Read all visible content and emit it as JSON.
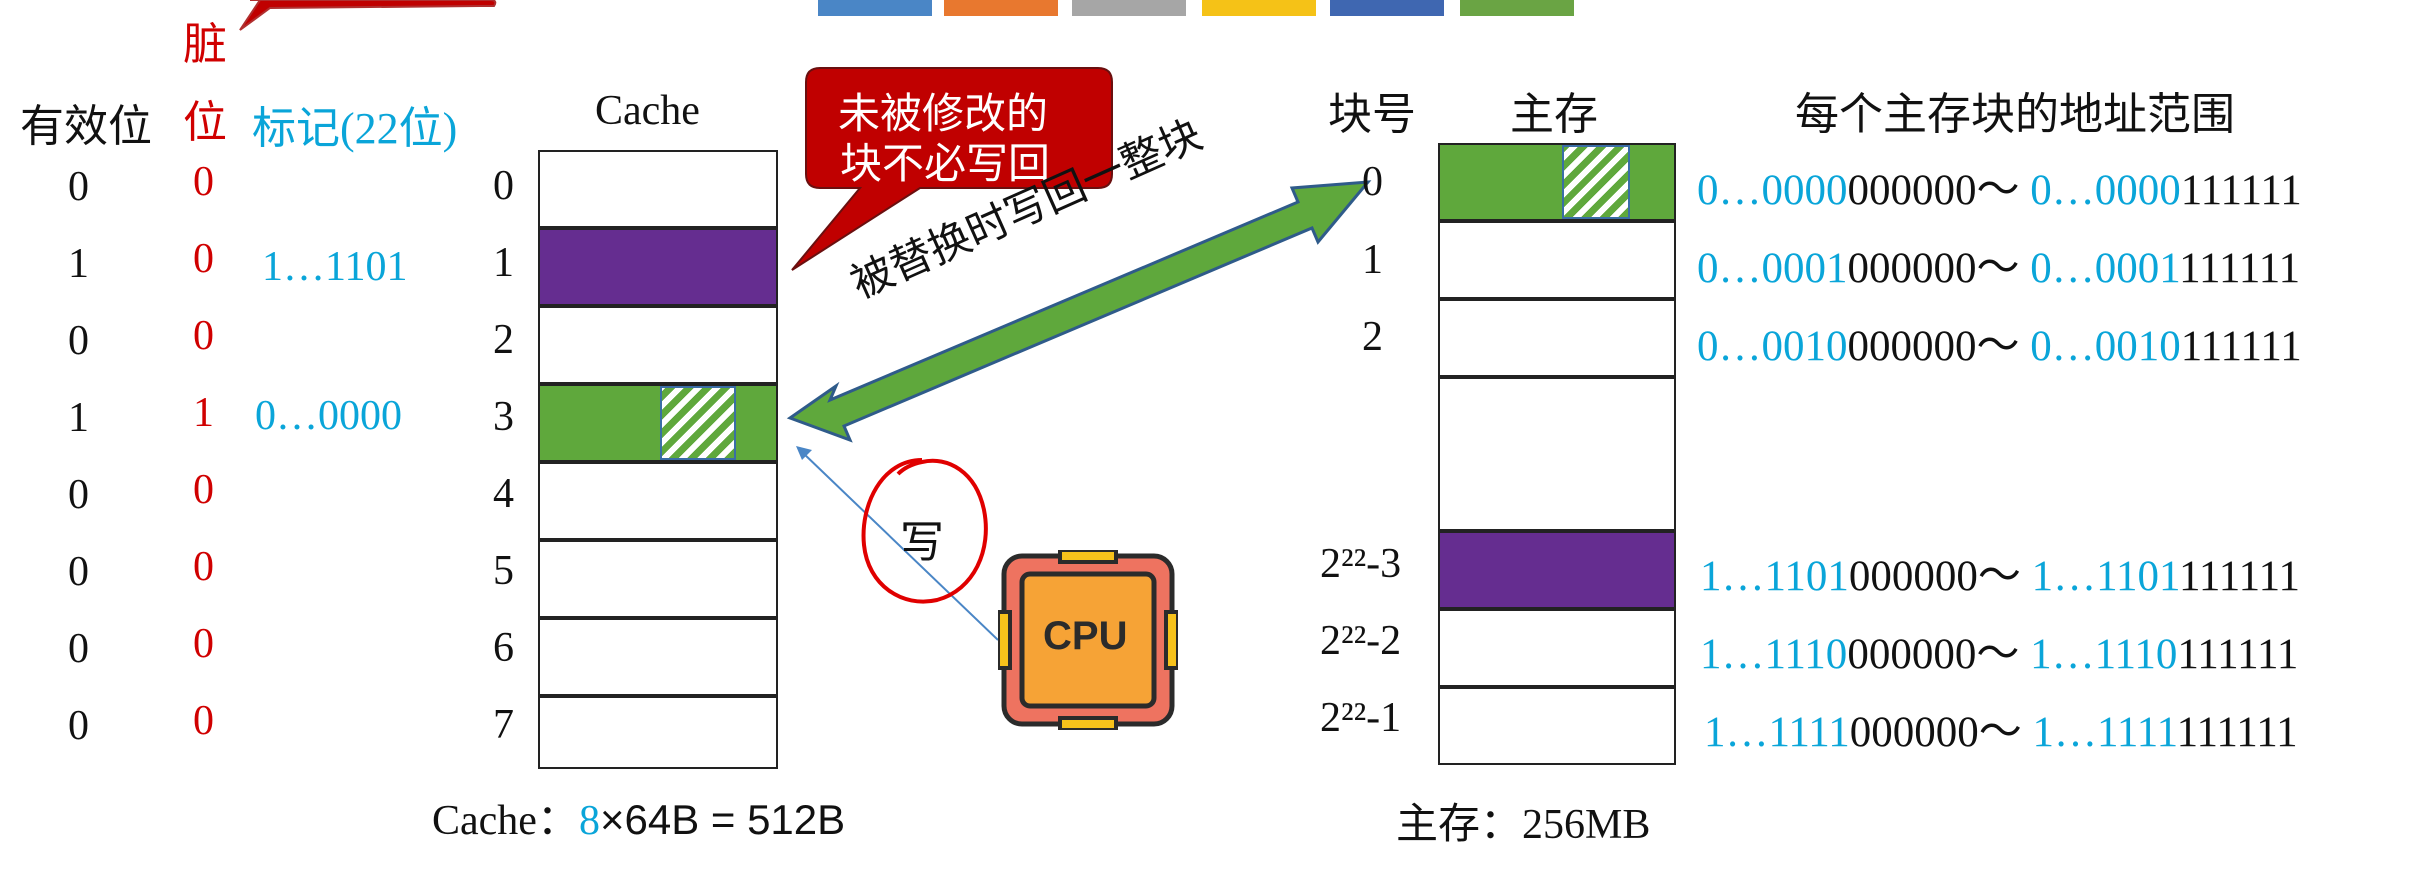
{
  "title_strip": {
    "colors": [
      "#4a86c6",
      "#e8782f",
      "#a6a6a6",
      "#f5c217",
      "#3f67b1",
      "#6aa444"
    ]
  },
  "callout_top": {
    "label": "脏"
  },
  "left_table": {
    "headers": {
      "valid": "有效位",
      "dirty": "位",
      "tag": "标记(22位)"
    },
    "rows": [
      {
        "valid": "0",
        "dirty": "0",
        "tag": ""
      },
      {
        "valid": "1",
        "dirty": "0",
        "tag": "1…1101"
      },
      {
        "valid": "0",
        "dirty": "0",
        "tag": ""
      },
      {
        "valid": "1",
        "dirty": "1",
        "tag": "0…0000"
      },
      {
        "valid": "0",
        "dirty": "0",
        "tag": ""
      },
      {
        "valid": "0",
        "dirty": "0",
        "tag": ""
      },
      {
        "valid": "0",
        "dirty": "0",
        "tag": ""
      },
      {
        "valid": "0",
        "dirty": "0",
        "tag": ""
      }
    ]
  },
  "cache": {
    "title": "Cache",
    "line_numbers": [
      "0",
      "1",
      "2",
      "3",
      "4",
      "5",
      "6",
      "7"
    ],
    "caption_prefix": "Cache：",
    "caption_count": "8",
    "caption_rest": "×64B = 512B",
    "colors": {
      "purple": "#652d90",
      "green": "#5fa83c"
    }
  },
  "callout_right": {
    "line1": "未被修改的",
    "line2": "块不必写回",
    "color": "#c00000"
  },
  "arrow_label": "被替换时写回一整块",
  "write_label": "写",
  "cpu_label": "CPU",
  "memory": {
    "block_header": "块号",
    "title": "主存",
    "range_header": "每个主存块的地址范围",
    "block_numbers": [
      "0",
      "1",
      "2",
      "2²²-3",
      "2²²-2",
      "2²²-1"
    ],
    "dots": "·\n·\n·",
    "caption": "主存：256MB",
    "ranges": [
      {
        "a_hi": "0…0000",
        "a_lo": "000000～",
        "b_hi": "0…0000",
        "b_lo": "111111"
      },
      {
        "a_hi": "0…0001",
        "a_lo": "000000～",
        "b_hi": "0…0001",
        "b_lo": "111111"
      },
      {
        "a_hi": "0…0010",
        "a_lo": "000000～",
        "b_hi": "0…0010",
        "b_lo": "111111"
      },
      {
        "a_hi": "1…1101",
        "a_lo": "000000～",
        "b_hi": "1…1101",
        "b_lo": "111111"
      },
      {
        "a_hi": "1…1110",
        "a_lo": "000000～",
        "b_hi": "1…1110",
        "b_lo": "111111"
      },
      {
        "a_hi": "1…1111",
        "a_lo": "000000～",
        "b_hi": "1…1111",
        "b_lo": "111111"
      }
    ]
  }
}
